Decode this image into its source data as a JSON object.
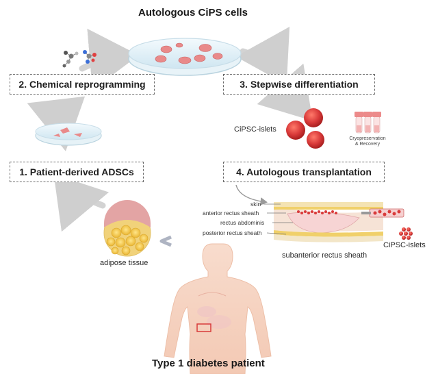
{
  "title_top": "Autologous CiPS cells",
  "title_bottom": "Type 1 diabetes patient",
  "steps": [
    {
      "label": "1. Patient-derived ADSCs"
    },
    {
      "label": "2. Chemical reprogramming"
    },
    {
      "label": "3. Stepwise differentiation"
    },
    {
      "label": "4. Autologous transplantation"
    }
  ],
  "labels": {
    "ciPSC_islets_left": "CiPSC-islets",
    "ciPSC_islets_right": "CiPSC-islets",
    "cryo_line1": "Cryopreservation",
    "cryo_line2": "& Recovery",
    "adipose_tissue": "adipose tissue",
    "subanterior": "subanterior rectus sheath"
  },
  "layers": [
    {
      "label": "skin"
    },
    {
      "label": "anterior rectus sheath"
    },
    {
      "label": "rectus abdominis"
    },
    {
      "label": "posterior rectus sheath"
    }
  ],
  "colors": {
    "cell_red": "#d93a3a",
    "cycle_arrow": "#cfcfcf",
    "fat_yellow": "#f2c94c",
    "skin_tone": "#f6d8c8",
    "dish_blue": "#dceef6"
  }
}
